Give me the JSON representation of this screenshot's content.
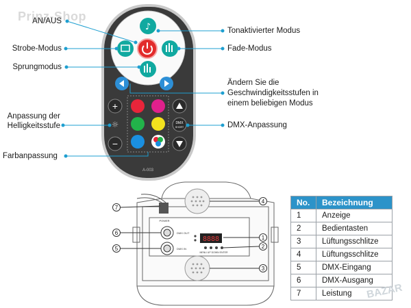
{
  "watermark": "Prinz-Shop",
  "watermark2": "BAZAR",
  "remote": {
    "labels": {
      "on_off": "AN/AUS",
      "strobe": "Strobe-Modus",
      "jump": "Sprungmodus",
      "brightness_l1": "Anpassung der",
      "brightness_l2": "Helligkeitsstufe",
      "color": "Farbanpassung",
      "sound": "Tonaktivierter Modus",
      "fade": "Fade-Modus",
      "speed_l1": "Ändern Sie die",
      "speed_l2": "Geschwindigkeitsstufen in",
      "speed_l3": "einem beliebigen Modus",
      "dmx": "DMX-Anpassung"
    },
    "buttons": {
      "plus": "+",
      "minus": "−",
      "dmx_l1": "DMX",
      "dmx_l2": "SHORT",
      "model": "A-003",
      "colors": [
        "#e8253a",
        "#e0208c",
        "#22b34a",
        "#f2e21e",
        "#1a8fe0",
        "multi"
      ]
    }
  },
  "device": {
    "display": "8888",
    "labels": {
      "power": "POWER",
      "dmx_out": "DMX OUT",
      "dmx_in": "DMX IN",
      "menu": "MENU UP DOWN ENTER"
    },
    "callouts": [
      "1",
      "2",
      "3",
      "4",
      "5",
      "6",
      "7"
    ]
  },
  "legend": {
    "headers": [
      "No.",
      "Bezeichnung"
    ],
    "rows": [
      [
        "1",
        "Anzeige"
      ],
      [
        "2",
        "Bedientasten"
      ],
      [
        "3",
        "Lüftungsschlitze"
      ],
      [
        "4",
        "Lüftungsschlitze"
      ],
      [
        "5",
        "DMX-Eingang"
      ],
      [
        "6",
        "DMX-Ausgang"
      ],
      [
        "7",
        "Leistung"
      ]
    ]
  },
  "colors": {
    "accent": "#1e9fd0",
    "remote_body": "#3b3b3b",
    "header": "#2c93c9"
  }
}
